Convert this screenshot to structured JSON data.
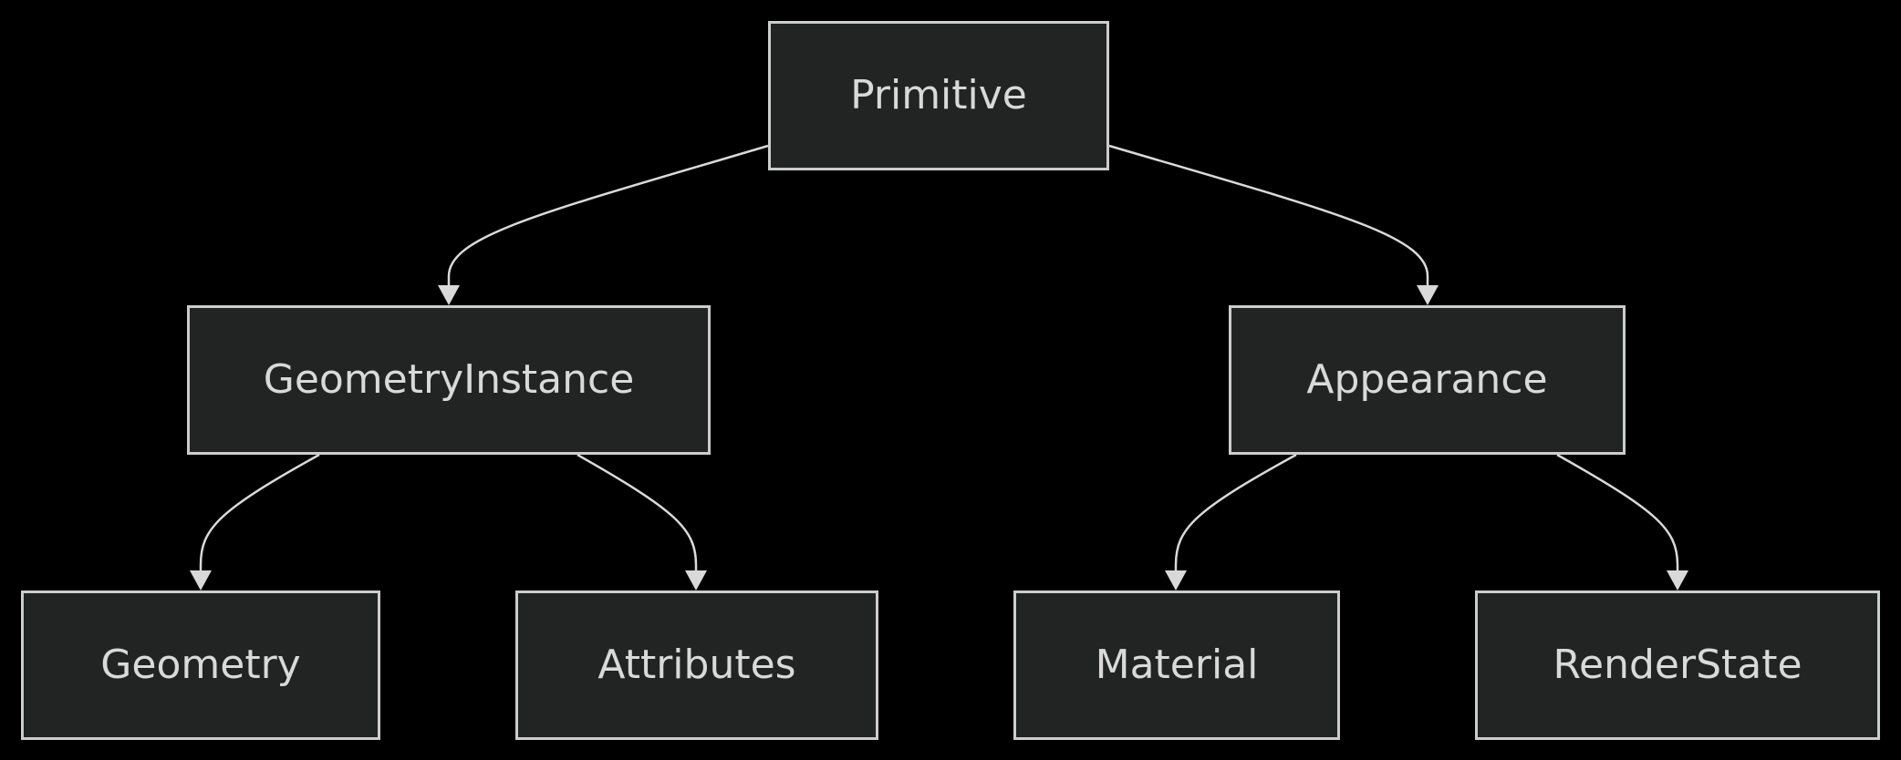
{
  "colors": {
    "background": "#000000",
    "node_fill": "#222323",
    "node_border": "#cccccc",
    "node_text": "#d9d9d9",
    "edge": "#d9d9d9"
  },
  "nodes": {
    "primitive": "Primitive",
    "geometry_instance": "GeometryInstance",
    "appearance": "Appearance",
    "geometry": "Geometry",
    "attributes": "Attributes",
    "material": "Material",
    "render_state": "RenderState"
  },
  "edges": [
    {
      "from": "Primitive",
      "to": "GeometryInstance"
    },
    {
      "from": "Primitive",
      "to": "Appearance"
    },
    {
      "from": "GeometryInstance",
      "to": "Geometry"
    },
    {
      "from": "GeometryInstance",
      "to": "Attributes"
    },
    {
      "from": "Appearance",
      "to": "Material"
    },
    {
      "from": "Appearance",
      "to": "RenderState"
    }
  ]
}
